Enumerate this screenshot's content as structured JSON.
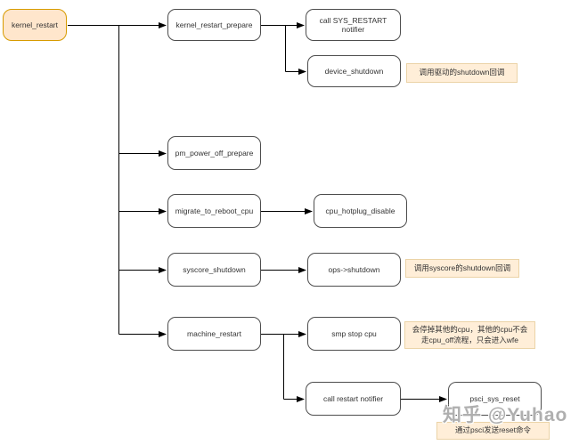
{
  "diagram": {
    "nodes": {
      "kernel_restart": "kernel_restart",
      "kernel_restart_prepare": "kernel_restart_prepare",
      "call_sys_restart_notifier": "call SYS_RESTART notifier",
      "device_shutdown": "device_shutdown",
      "pm_power_off_prepare": "pm_power_off_prepare",
      "migrate_to_reboot_cpu": "migrate_to_reboot_cpu",
      "cpu_hotplug_disable": "cpu_hotplug_disable",
      "syscore_shutdown": "syscore_shutdown",
      "ops_shutdown": "ops->shutdown",
      "machine_restart": "machine_restart",
      "smp_stop_cpu": "smp stop cpu",
      "call_restart_notifier": "call restart notifier",
      "psci_sys_reset": "psci_sys_reset"
    },
    "notes": {
      "device_shutdown_note": "调用驱动的shutdown回调",
      "syscore_shutdown_note": "调用syscore的shutdown回调",
      "smp_stop_cpu_note_line1": "会停掉其他的cpu，其他的cpu不会",
      "smp_stop_cpu_note_line2": "走cpu_off流程，只会进入wfe",
      "psci_sys_reset_note": "通过psci发送reset命令"
    },
    "watermark": "知乎 @Yuhao",
    "colors": {
      "canvas_bg": "#ffffff",
      "start_node_fill": "#ffe6cc",
      "start_node_border": "#d79b00",
      "node_fill": "#ffffff",
      "node_border": "#4d4d4d",
      "note_fill": "#ffeed8",
      "note_border": "#ebd3a7",
      "text_color": "#333333",
      "connector": "#000000"
    }
  }
}
